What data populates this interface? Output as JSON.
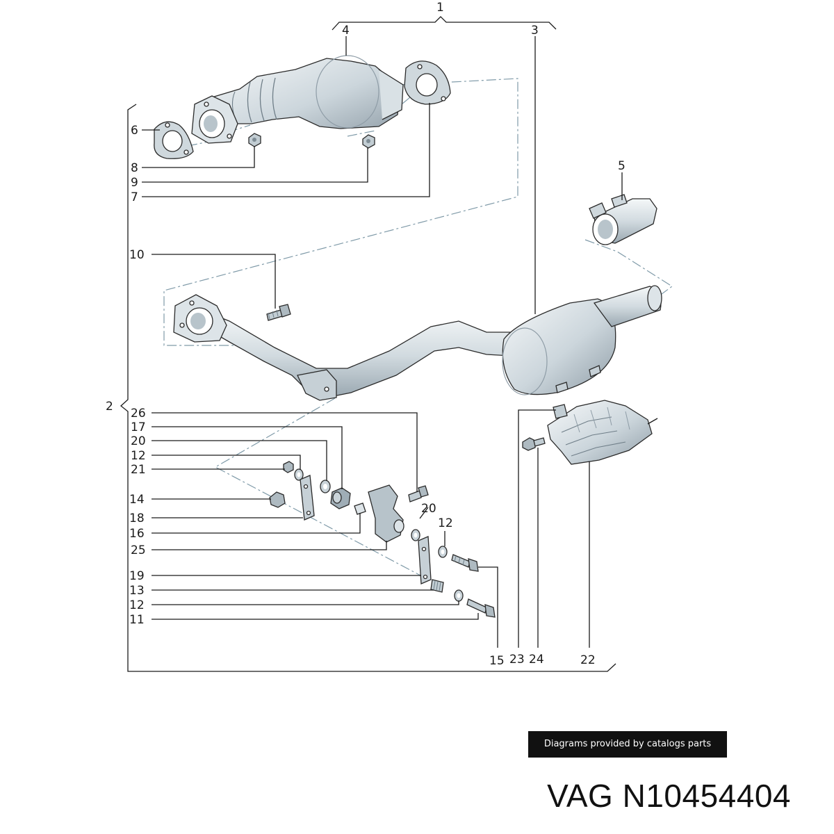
{
  "callouts": {
    "c1": "1",
    "c2": "2",
    "c3": "3",
    "c4": "4",
    "c5": "5",
    "c6": "6",
    "c7": "7",
    "c8": "8",
    "c9": "9",
    "c10": "10",
    "c11": "11",
    "c12a": "12",
    "c12b": "12",
    "c12c": "12",
    "c13": "13",
    "c14": "14",
    "c15": "15",
    "c16": "16",
    "c17": "17",
    "c18": "18",
    "c19": "19",
    "c20a": "20",
    "c20b": "20",
    "c21": "21",
    "c22": "22",
    "c23": "23",
    "c24": "24",
    "c25": "25",
    "c26": "26"
  },
  "badge": {
    "text": "Diagrams provided by catalogs parts"
  },
  "title": {
    "text": "VAG N10454404"
  },
  "colors": {
    "metal_light": "#eef2f4",
    "metal_mid": "#c9d3d9",
    "metal_dark": "#8f9ea8",
    "dash": "#7f9aa8"
  }
}
